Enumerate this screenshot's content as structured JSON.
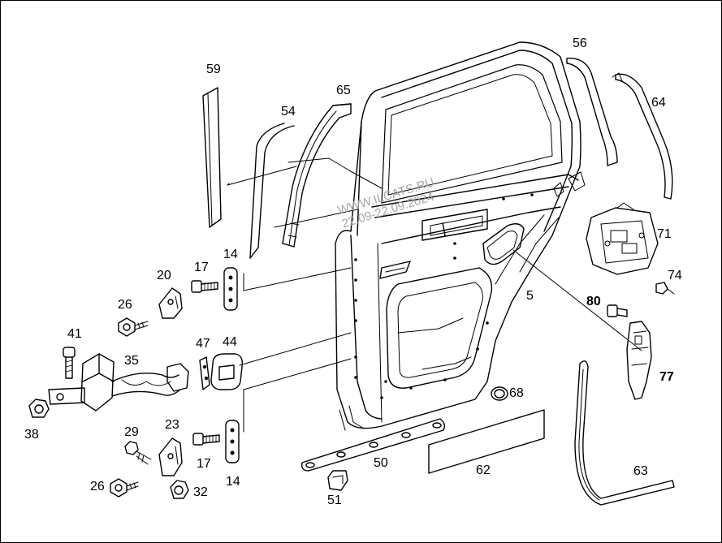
{
  "watermark": {
    "line1": "WWW.ILCATS.RU",
    "line2": "22.09-22.09.2024"
  },
  "callouts": {
    "c59": "59",
    "c54": "54",
    "c65": "65",
    "c56": "56",
    "c64": "64",
    "c14a": "14",
    "c17a": "17",
    "c20": "20",
    "c26a": "26",
    "c41": "41",
    "c35": "35",
    "c47": "47",
    "c44": "44",
    "c38": "38",
    "c29": "29",
    "c23": "23",
    "c17b": "17",
    "c14b": "14",
    "c26b": "26",
    "c32": "32",
    "c50": "50",
    "c51": "51",
    "c62": "62",
    "c63": "63",
    "c68": "68",
    "c5": "5",
    "c71": "71",
    "c74": "74",
    "c80": "80",
    "c77": "77"
  }
}
